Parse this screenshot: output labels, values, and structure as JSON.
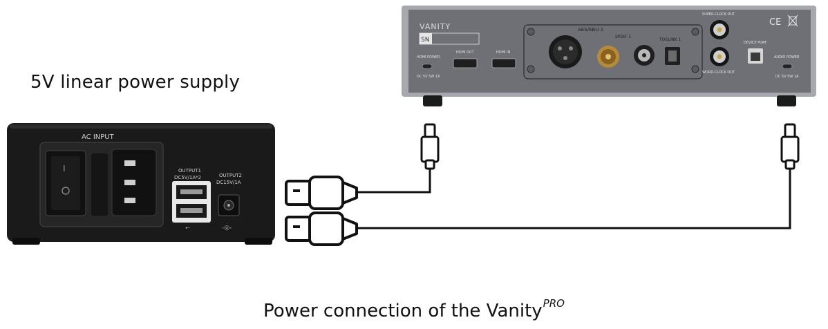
{
  "captions": {
    "psu_title": "5V linear power supply",
    "bottom_title": "Power connection of the Vanity",
    "bottom_superscript": "PRO"
  },
  "psu": {
    "ac_input_label": "AC INPUT",
    "output1_label": "OUTPUT1",
    "output1_spec": "DC5V/1A*2",
    "output2_label": "OUTPUT2",
    "output2_spec": "DC15V/1A"
  },
  "dac": {
    "brand": "VANITY",
    "sn_label": "SN",
    "hdmi_power_label": "HDMI POWER",
    "hdmi_out_label": "HDMI OUT",
    "hdmi_in_label": "HDMI IN",
    "hdmi_power_spec": "DC 5V  5W  1A",
    "aes_label": "AES/EBU 1",
    "spdif_label": "SPDIF 1",
    "toslink_label": "TOSLINK 1",
    "super_clock_label": "SUPER-CLOCK OUT",
    "word_clock_label": "WORD-CLOCK OUT",
    "device_port_label": "DEVICE PORT",
    "audio_power_label": "AUDIO POWER",
    "audio_power_spec": "DC 5V  5W  1A",
    "ce_mark": "CE"
  },
  "colors": {
    "psu_body": "#1a1a1a",
    "dac_panel": "#6e7076",
    "cable": "#111111"
  }
}
